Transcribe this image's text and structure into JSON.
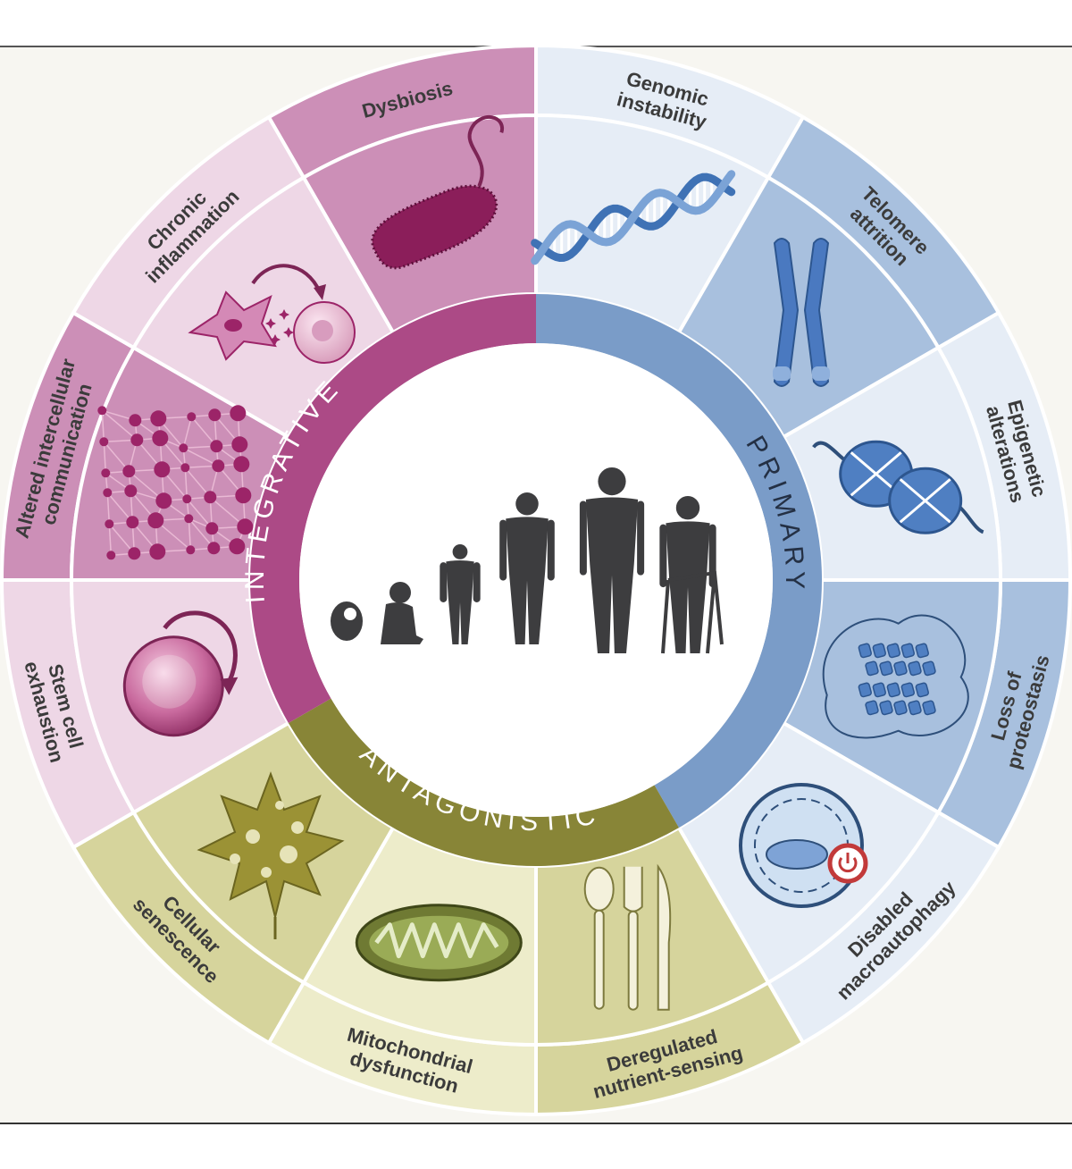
{
  "categories": {
    "primary": {
      "label": "PRIMARY",
      "color": "#7a9cc8",
      "text_color": "#243044"
    },
    "antagonistic": {
      "label": "ANTAGONISTIC",
      "color": "#888537",
      "text_color": "#ffffff"
    },
    "integrative": {
      "label": "INTEGRATIVE",
      "color": "#ac4a86",
      "text_color": "#ffffff"
    }
  },
  "hallmarks": [
    {
      "id": "genomic",
      "lines": [
        "Genomic",
        "instability"
      ],
      "icon": "dna-icon"
    },
    {
      "id": "telomere",
      "lines": [
        "Telomere",
        "attrition"
      ],
      "icon": "chromosome-icon"
    },
    {
      "id": "epigenetic",
      "lines": [
        "Epigenetic",
        "alterations"
      ],
      "icon": "nucleosome-icon"
    },
    {
      "id": "proteostasis",
      "lines": [
        "Loss of",
        "proteostasis"
      ],
      "icon": "protein-icon"
    },
    {
      "id": "autophagy",
      "lines": [
        "Disabled",
        "macroautophagy"
      ],
      "icon": "autophagosome-icon"
    },
    {
      "id": "nutrient",
      "lines": [
        "Deregulated",
        "nutrient-sensing"
      ],
      "icon": "cutlery-icon"
    },
    {
      "id": "mitochondria",
      "lines": [
        "Mitochondrial",
        "dysfunction"
      ],
      "icon": "mitochondrion-icon"
    },
    {
      "id": "senescence",
      "lines": [
        "Cellular",
        "senescence"
      ],
      "icon": "leaf-icon"
    },
    {
      "id": "stemcell",
      "lines": [
        "Stem cell",
        "exhaustion"
      ],
      "icon": "stem-cell-icon"
    },
    {
      "id": "intercellular",
      "lines": [
        "Altered intercellular",
        "communication"
      ],
      "icon": "network-icon"
    },
    {
      "id": "inflammation",
      "lines": [
        "Chronic",
        "inflammation"
      ],
      "icon": "inflamed-cell-icon"
    },
    {
      "id": "dysbiosis",
      "lines": [
        "Dysbiosis"
      ],
      "icon": "bacterium-icon"
    }
  ],
  "colors": {
    "primary_dark": "#a8c0de",
    "primary_light": "#e6edf6",
    "antagonistic_dark": "#d6d49c",
    "antagonistic_light": "#edecca",
    "integrative_dark": "#cc8fb7",
    "integrative_light": "#eed7e6",
    "silhouette": "#3d3d3f"
  },
  "center": {
    "icon": "human-life-stages-icon"
  }
}
